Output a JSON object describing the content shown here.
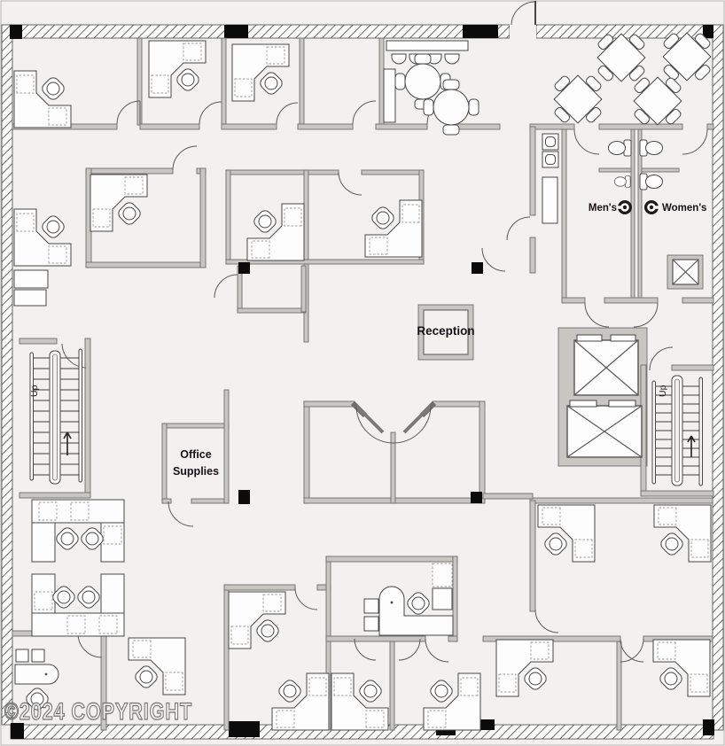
{
  "labels": {
    "reception": "Reception",
    "office_supplies_line1": "Office",
    "office_supplies_line2": "Supplies",
    "mens": "Men's",
    "womens": "Women's",
    "up_left": "Up",
    "up_right": "Up",
    "watermark": "©2024 COPYRIGHT"
  },
  "colors": {
    "floor_background": "#f2f1ef",
    "wall_fill": "#c7c6c3",
    "wall_stroke": "#6e6e6e",
    "hatch_line": "#4a4a4a",
    "furniture_stroke": "#474747",
    "column_black": "#0b0b0b",
    "label_text": "#191117",
    "watermark_outline": "#6a6a6a"
  },
  "rooms": [
    {
      "label": "Reception"
    },
    {
      "label": "Office Supplies"
    },
    {
      "label": "Men's"
    },
    {
      "label": "Women's"
    }
  ],
  "stairs": [
    {
      "label": "Up",
      "side": "left"
    },
    {
      "label": "Up",
      "side": "right"
    }
  ]
}
